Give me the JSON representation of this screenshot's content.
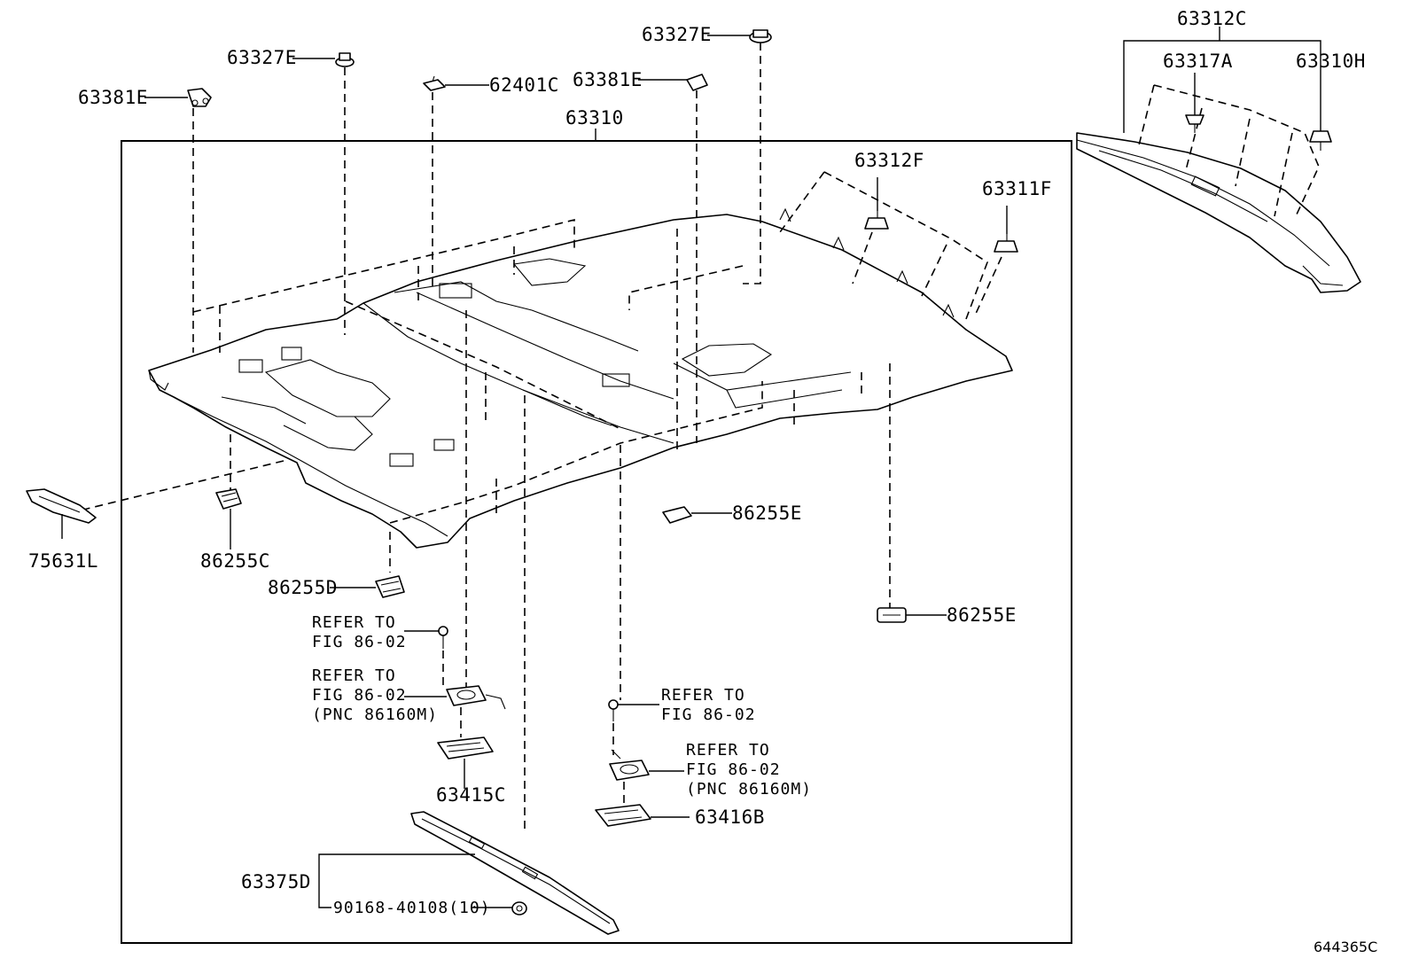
{
  "labels": {
    "p63312C": "63312C",
    "p63317A": "63317A",
    "p63310H": "63310H",
    "p63327E_a": "63327E",
    "p63327E_b": "63327E",
    "p63381E_a": "63381E",
    "p63381E_b": "63381E",
    "p62401C": "62401C",
    "p63310": "63310",
    "p63312F": "63312F",
    "p63311F": "63311F",
    "p75631L": "75631L",
    "p86255C": "86255C",
    "p86255D": "86255D",
    "p86255E_a": "86255E",
    "p86255E_b": "86255E",
    "p63415C": "63415C",
    "p63416B": "63416B",
    "p63375D": "63375D",
    "p90168": "90168-40108(10)"
  },
  "notes": {
    "refer_a_1": "REFER TO",
    "refer_a_2": "FIG 86-02",
    "refer_b_1": "REFER TO",
    "refer_b_2": "FIG 86-02",
    "refer_b_3": "(PNC 86160M)",
    "refer_c_1": "REFER TO",
    "refer_c_2": "FIG 86-02",
    "refer_d_1": "REFER TO",
    "refer_d_2": "FIG 86-02",
    "refer_d_3": "(PNC 86160M)"
  },
  "figure_ref": "644365C"
}
